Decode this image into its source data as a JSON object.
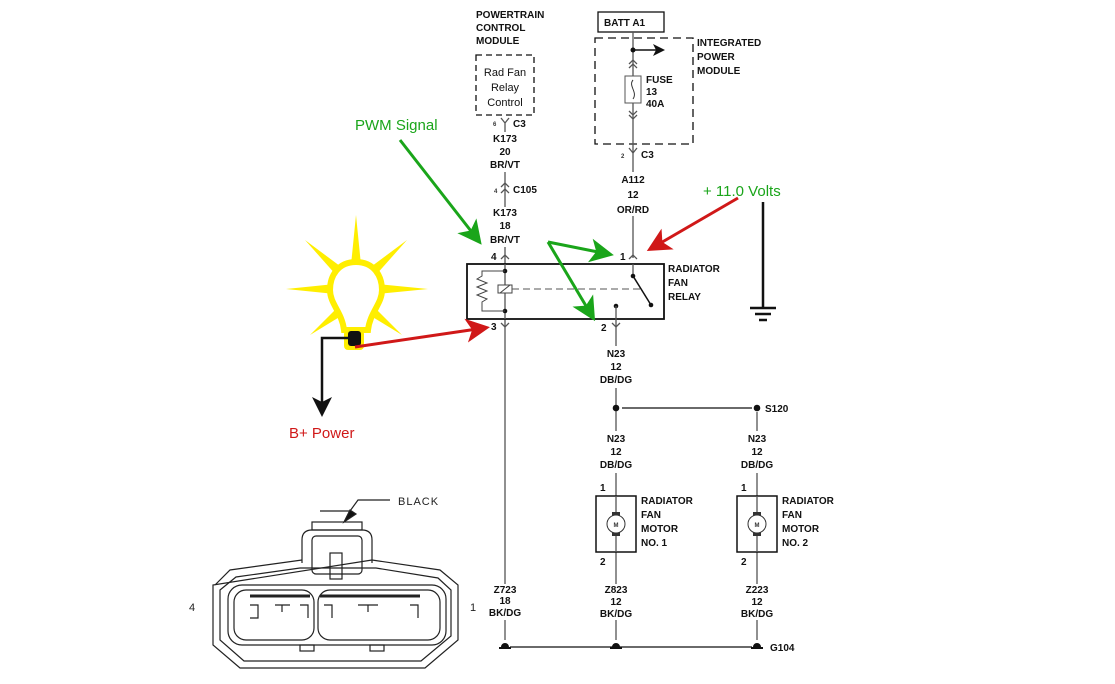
{
  "diagram": {
    "pcm": {
      "title_lines": [
        "POWERTRAIN",
        "CONTROL",
        "MODULE"
      ],
      "box_lines": [
        "Rad Fan",
        "Relay",
        "Control"
      ],
      "pin": "6",
      "connector": "C3"
    },
    "wire_k173_20": {
      "circuit": "K173",
      "gauge": "20",
      "color": "BR/VT"
    },
    "c105": {
      "pin": "4",
      "connector": "C105"
    },
    "wire_k173_18": {
      "circuit": "K173",
      "gauge": "18",
      "color": "BR/VT"
    },
    "batt": {
      "label": "BATT A1"
    },
    "ipm": {
      "title_lines": [
        "INTEGRATED",
        "POWER",
        "MODULE"
      ],
      "fuse_lines": [
        "FUSE",
        "13",
        "40A"
      ],
      "pin": "2",
      "connector": "C3"
    },
    "wire_a112": {
      "circuit": "A112",
      "gauge": "12",
      "color": "OR/RD"
    },
    "relay": {
      "title_lines": [
        "RADIATOR",
        "FAN",
        "RELAY"
      ],
      "pins": {
        "p1": "1",
        "p2": "2",
        "p3": "3",
        "p4": "4"
      }
    },
    "wire_n23_a": {
      "circuit": "N23",
      "gauge": "12",
      "color": "DB/DG"
    },
    "splice": {
      "label": "S120"
    },
    "wire_n23_b": {
      "circuit": "N23",
      "gauge": "12",
      "color": "DB/DG"
    },
    "wire_n23_c": {
      "circuit": "N23",
      "gauge": "12",
      "color": "DB/DG"
    },
    "motor1": {
      "title_lines": [
        "RADIATOR",
        "FAN",
        "MOTOR",
        "NO. 1"
      ],
      "pin_top": "1",
      "pin_bottom": "2",
      "symbol": "M"
    },
    "motor2": {
      "title_lines": [
        "RADIATOR",
        "FAN",
        "MOTOR",
        "NO. 2"
      ],
      "pin_top": "1",
      "pin_bottom": "2",
      "symbol": "M"
    },
    "wire_z723": {
      "circuit": "Z723",
      "gauge": "18",
      "color": "BK/DG"
    },
    "wire_z823": {
      "circuit": "Z823",
      "gauge": "12",
      "color": "BK/DG"
    },
    "wire_z223": {
      "circuit": "Z223",
      "gauge": "12",
      "color": "BK/DG"
    },
    "ground": {
      "label": "G104"
    },
    "connector_view": {
      "color_label": "BLACK",
      "pin_left": "4",
      "pin_right": "1"
    }
  },
  "annotations": {
    "pwm_signal": "PWM Signal",
    "voltage": "+ 11.0 Volts",
    "b_plus": "B+ Power",
    "colors": {
      "green": "#1aa51a",
      "red": "#d01818",
      "bulb": "#ffee00"
    }
  }
}
